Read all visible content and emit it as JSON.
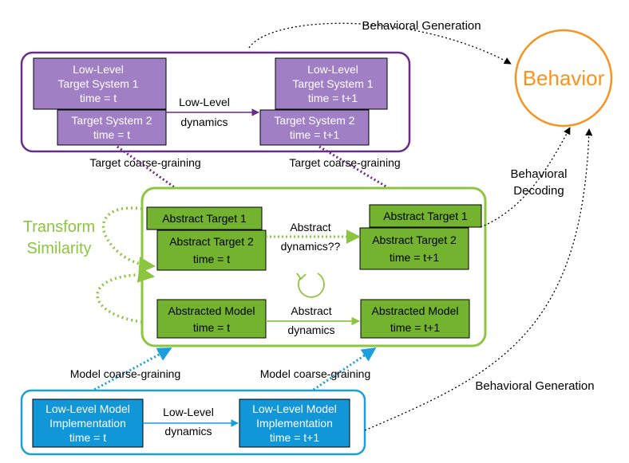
{
  "colors": {
    "purple": "#6a2c8c",
    "purple_fill": "#a07fc4",
    "green": "#8cc540",
    "green_fill": "#74b32f",
    "blue": "#1a9fdb",
    "blue_fill": "#1196d8",
    "orange": "#f7941d",
    "black": "#000000"
  },
  "behavior": {
    "label": "Behavior"
  },
  "top_links": {
    "behavioral_generation_top": "Behavioral Generation",
    "behavioral_generation_bottom": "Behavioral Generation",
    "behavioral_decoding_line1": "Behavioral",
    "behavioral_decoding_line2": "Decoding"
  },
  "target": {
    "sys1_t": {
      "line1": "Low-Level",
      "line2": "Target System 1",
      "line3": "time = t"
    },
    "sys2_t": {
      "line1": "Target System 2",
      "line2": "time = t"
    },
    "sys1_t1": {
      "line1": "Low-Level",
      "line2": "Target System 1",
      "line3": "time = t+1"
    },
    "sys2_t1": {
      "line1": "Target System 2",
      "line2": "time = t+1"
    },
    "dynamics_line1": "Low-Level",
    "dynamics_line2": "dynamics",
    "coarse_left": "Target coarse-graining",
    "coarse_right": "Target coarse-graining"
  },
  "abstract": {
    "transform_line1": "Transform",
    "transform_line2": "Similarity",
    "target1_t": "Abstract Target 1",
    "target2_t": {
      "line1": "Abstract Target 2",
      "line2": "time = t"
    },
    "target1_t1": "Abstract Target 1",
    "target2_t1": {
      "line1": "Abstract Target 2",
      "line2": "time = t+1"
    },
    "abstract_dyn_q_line1": "Abstract",
    "abstract_dyn_q_line2": "dynamics??",
    "model_t": {
      "line1": "Abstracted Model",
      "line2": "time = t"
    },
    "model_t1": {
      "line1": "Abstracted Model",
      "line2": "time = t+1"
    },
    "abstract_dyn_line1": "Abstract",
    "abstract_dyn_line2": "dynamics"
  },
  "model": {
    "coarse_left": "Model coarse-graining",
    "coarse_right": "Model coarse-graining",
    "impl_t": {
      "line1": "Low-Level Model",
      "line2": "Implementation",
      "line3": "time = t"
    },
    "impl_t1": {
      "line1": "Low-Level Model",
      "line2": "Implementation",
      "line3": "time = t+1"
    },
    "dynamics_line1": "Low-Level",
    "dynamics_line2": "dynamics"
  }
}
